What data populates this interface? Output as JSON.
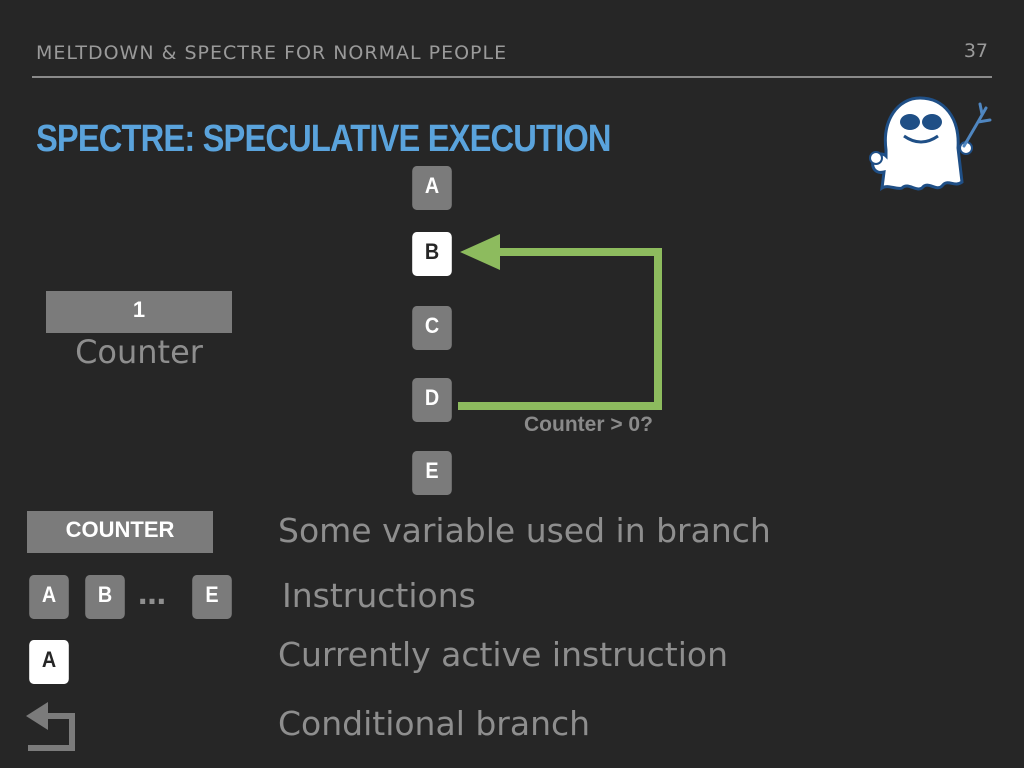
{
  "header": {
    "title": "MELTDOWN & SPECTRE FOR NORMAL PEOPLE",
    "page_number": "37"
  },
  "slide": {
    "title": "SPECTRE: SPECULATIVE EXECUTION"
  },
  "diagram": {
    "instructions": [
      {
        "label": "A",
        "active": false
      },
      {
        "label": "B",
        "active": true
      },
      {
        "label": "C",
        "active": false
      },
      {
        "label": "D",
        "active": false
      },
      {
        "label": "E",
        "active": false
      }
    ],
    "counter": {
      "value": "1",
      "label": "Counter"
    },
    "branch_condition": "Counter > 0?",
    "colors": {
      "branch_arrow": "#8dbb5e",
      "instruction": "#7b7b7b",
      "active_instruction": "#ffffff",
      "title": "#5aa3dc"
    }
  },
  "legend": {
    "variable_box": "COUNTER",
    "variable_text": "Some variable used in branch",
    "instructions_first": "A",
    "instructions_second": "B",
    "instructions_ellipsis": "…",
    "instructions_last": "E",
    "instructions_text": "Instructions",
    "active_box": "A",
    "active_text": "Currently active instruction",
    "branch_icon": "return-arrow-icon",
    "branch_text": "Conditional branch"
  },
  "mascot": {
    "icon": "spectre-ghost-icon"
  }
}
